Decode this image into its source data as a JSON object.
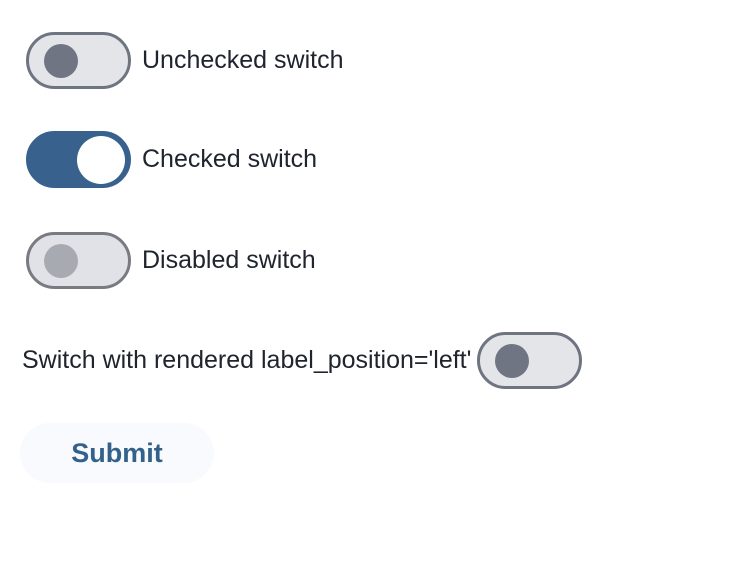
{
  "colors": {
    "page-bg": "#ffffff",
    "label-text": "#20242e",
    "track-gray": "#e4e5e9",
    "track-border-gray": "#6e7480",
    "knob-gray": "#6f7582",
    "disabled-track": "#e1e2e7",
    "disabled-border": "#797a82",
    "disabled-knob": "#a7aab1",
    "accent-blue": "#38618e",
    "checked-knob": "#ffffff",
    "submit-bg": "#f9fafd",
    "submit-text": "#33618c"
  },
  "switches": [
    {
      "label": "Unchecked switch",
      "checked": "false",
      "disabled": "false",
      "label_position": "right"
    },
    {
      "label": "Checked switch",
      "checked": "true",
      "disabled": "false",
      "label_position": "right"
    },
    {
      "label": "Disabled switch",
      "checked": "false",
      "disabled": "true",
      "label_position": "right"
    },
    {
      "label": "Switch with rendered label_position='left'",
      "checked": "false",
      "disabled": "false",
      "label_position": "left"
    }
  ],
  "submit_button": {
    "label": "Submit"
  }
}
